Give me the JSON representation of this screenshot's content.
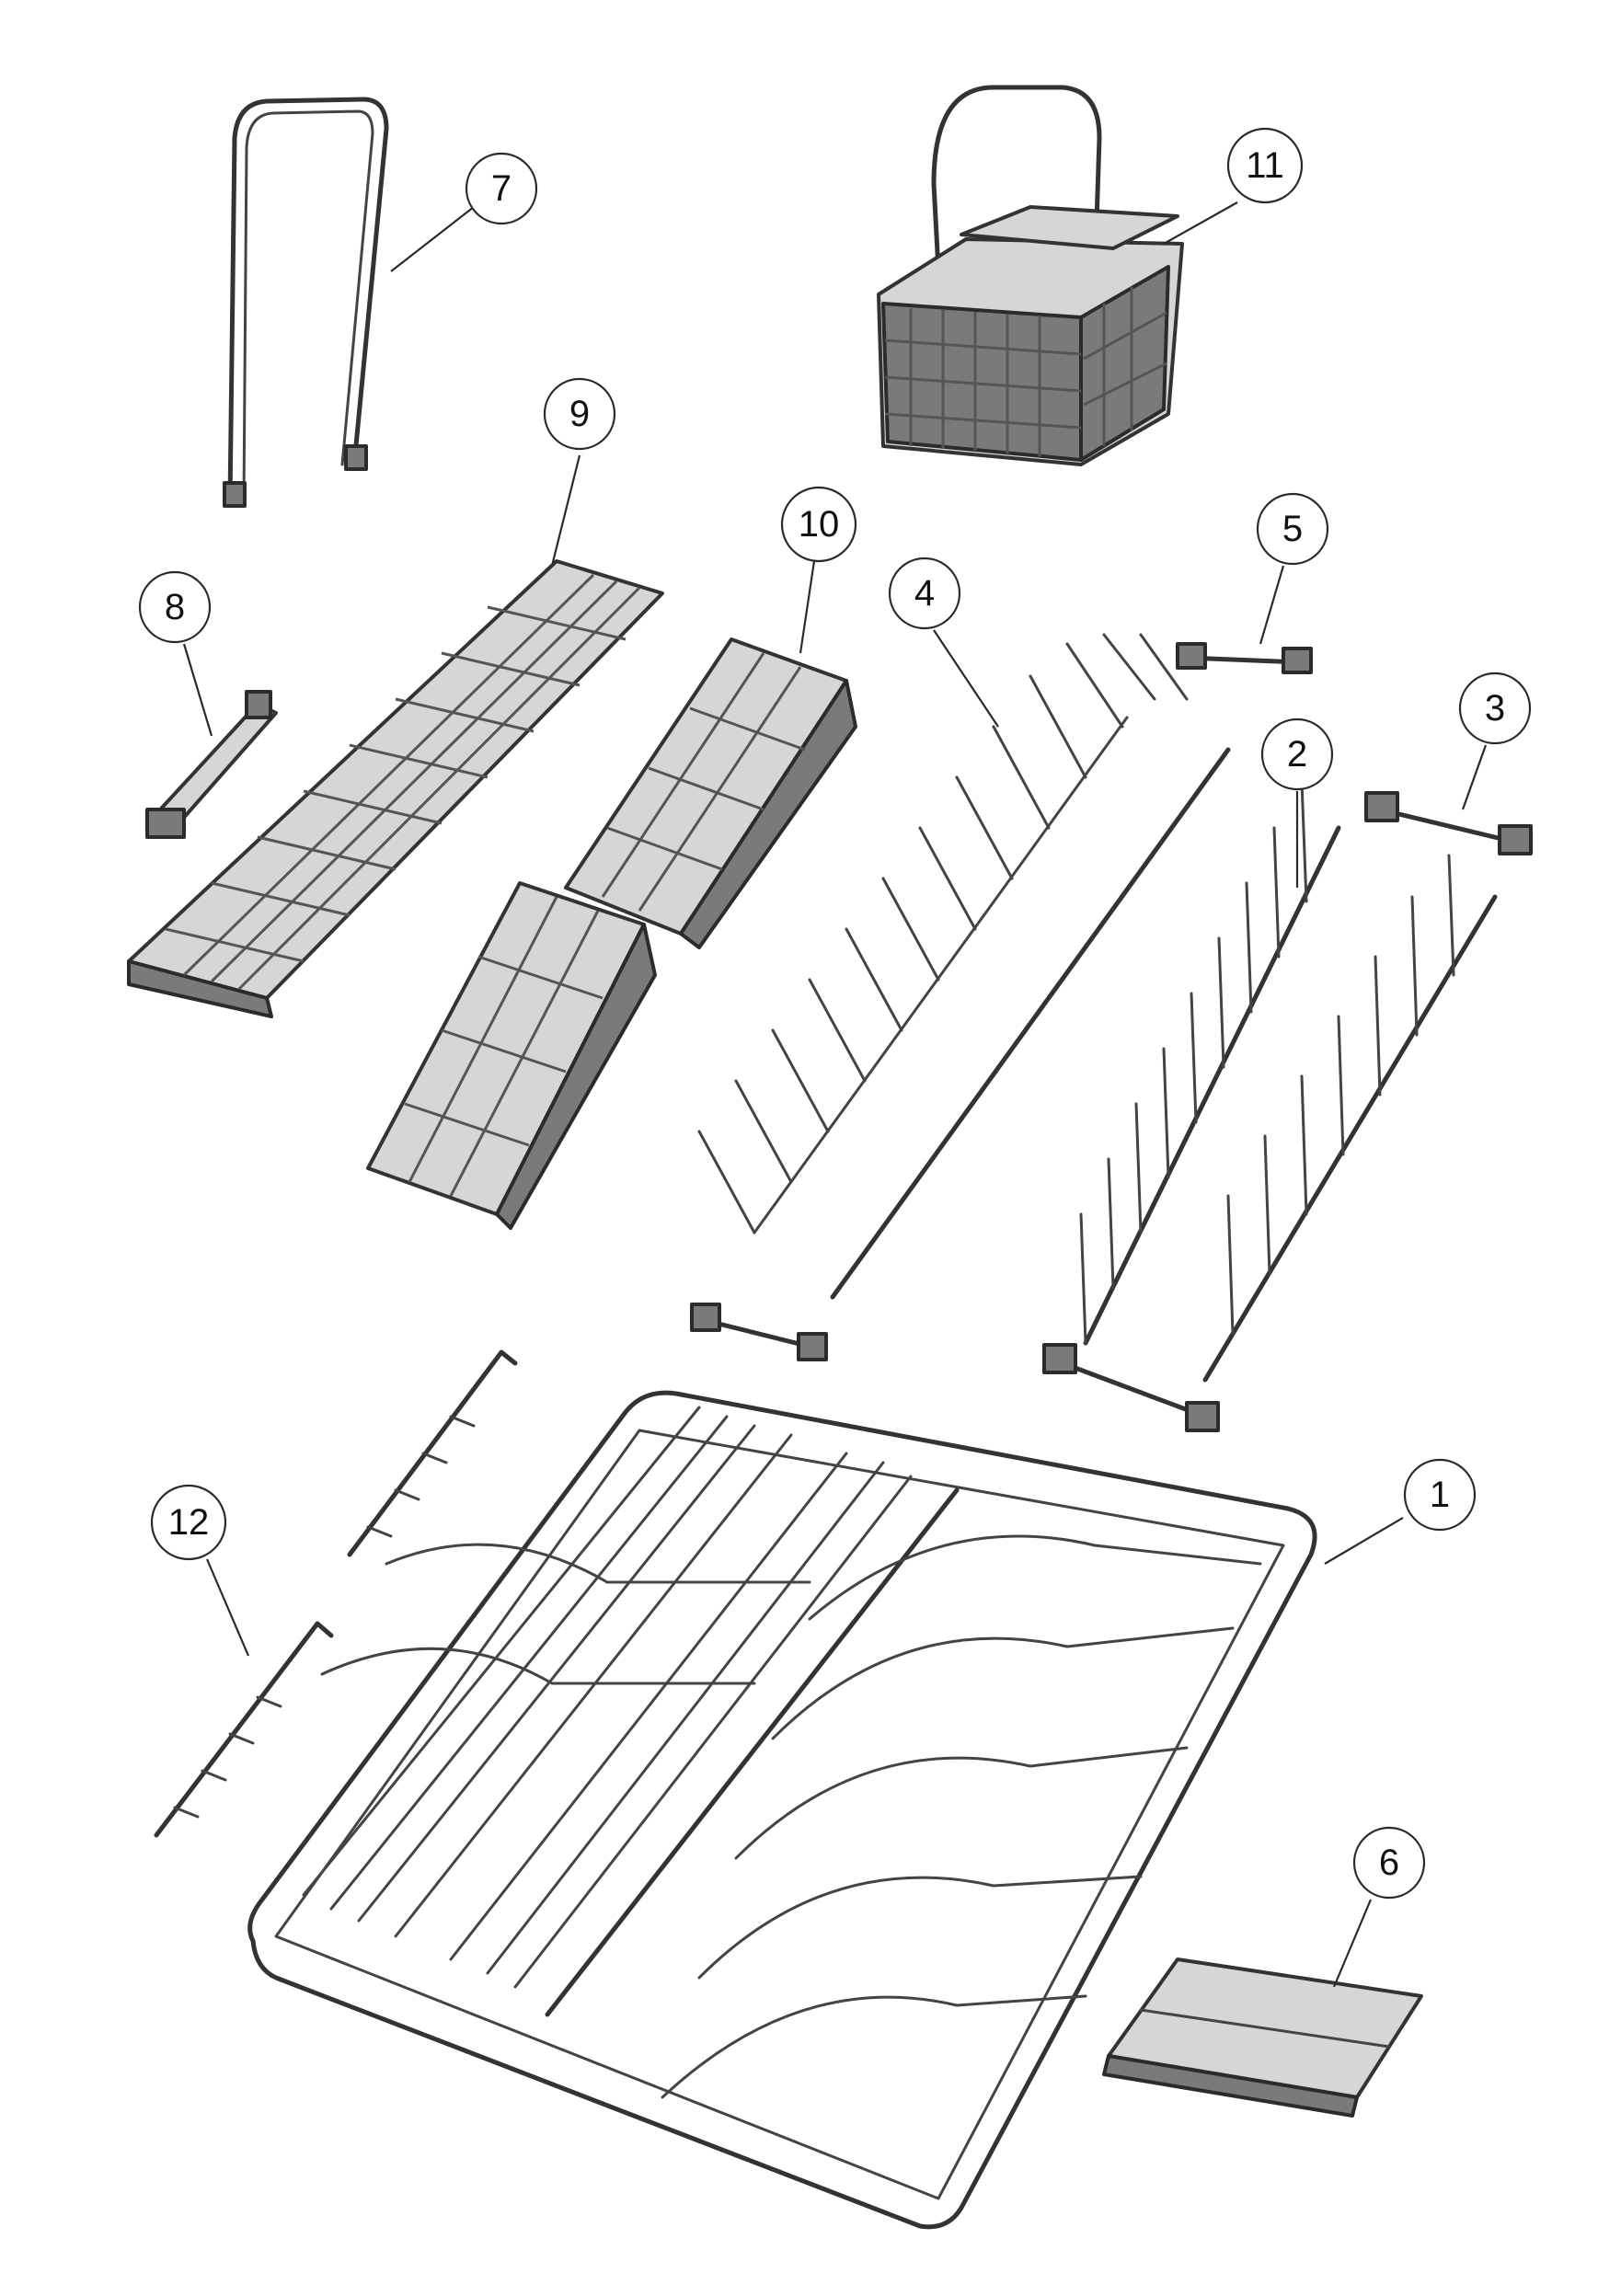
{
  "callouts": [
    {
      "id": "1",
      "label": "1"
    },
    {
      "id": "2",
      "label": "2"
    },
    {
      "id": "3",
      "label": "3"
    },
    {
      "id": "4",
      "label": "4"
    },
    {
      "id": "5",
      "label": "5"
    },
    {
      "id": "6",
      "label": "6"
    },
    {
      "id": "7",
      "label": "7"
    },
    {
      "id": "8",
      "label": "8"
    },
    {
      "id": "9",
      "label": "9"
    },
    {
      "id": "10",
      "label": "10"
    },
    {
      "id": "11",
      "label": "11"
    },
    {
      "id": "12",
      "label": "12"
    }
  ],
  "colors": {
    "line": "#333333",
    "fill": "#d6d6d6",
    "dark": "#7a7a7a"
  }
}
